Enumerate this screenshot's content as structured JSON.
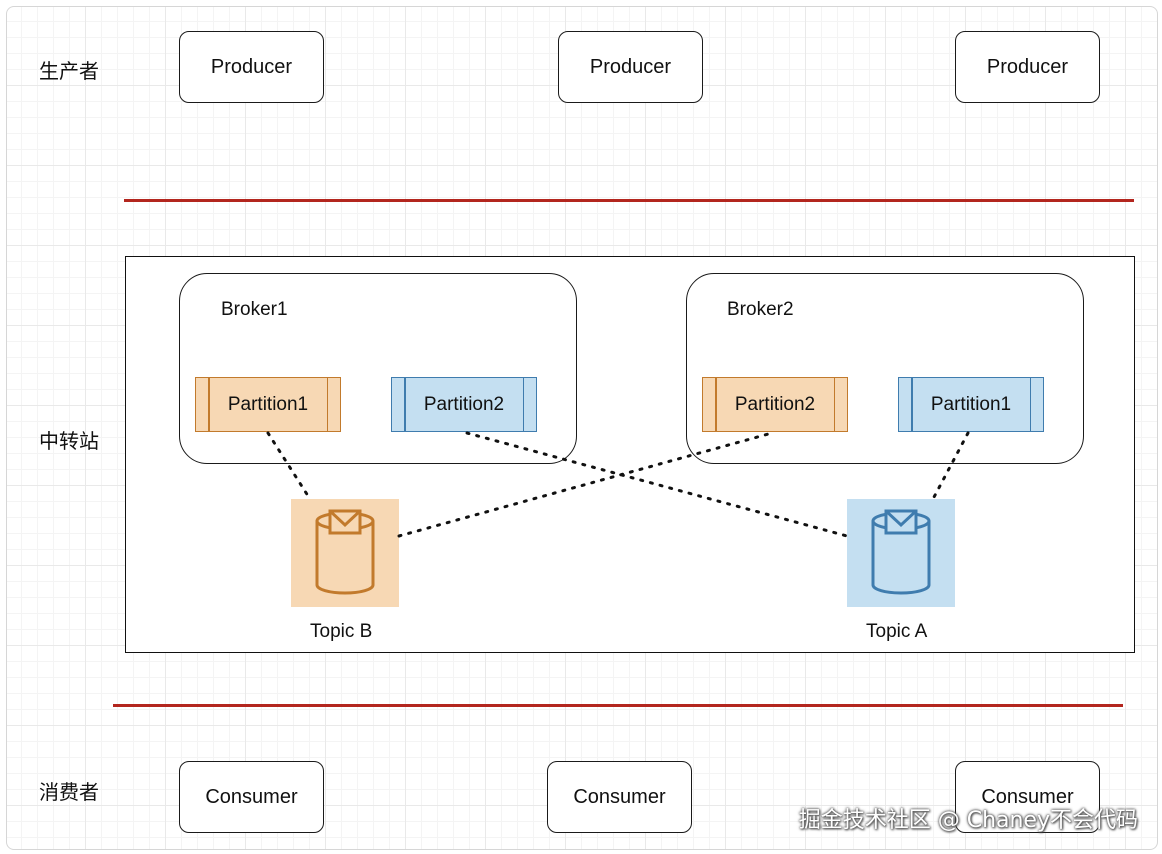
{
  "labels": {
    "producers": "生产者",
    "relay": "中转站",
    "consumers": "消费者"
  },
  "producers": [
    "Producer",
    "Producer",
    "Producer"
  ],
  "consumers": [
    "Consumer",
    "Consumer",
    "Consumer"
  ],
  "brokers": [
    {
      "name": "Broker1",
      "partitions": [
        "Partition1",
        "Partition2"
      ]
    },
    {
      "name": "Broker2",
      "partitions": [
        "Partition2",
        "Partition1"
      ]
    }
  ],
  "topics": [
    {
      "name": "Topic B",
      "color": "#f7d8b4",
      "icon_color": "#c27a2c",
      "icon": "message-bucket-icon"
    },
    {
      "name": "Topic A",
      "color": "#c4dff1",
      "icon_color": "#3f7cae",
      "icon": "message-bucket-icon"
    }
  ],
  "colors": {
    "divider": "#b3261e",
    "topic_b": "#f7d8b4",
    "topic_a": "#c4dff1"
  },
  "watermark": "掘金技术社区 @ Chaney不会代码"
}
